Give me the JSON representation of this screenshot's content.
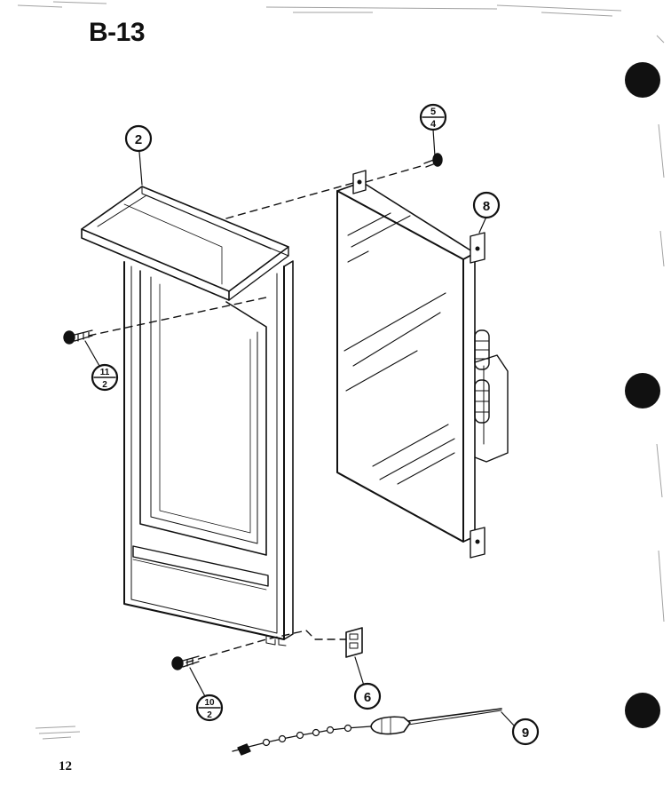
{
  "page_code": "B-13",
  "page_number": "12",
  "colors": {
    "ink": "#111111",
    "paper": "#ffffff"
  },
  "callouts": {
    "door_frame": "2",
    "screw_top_right": {
      "top": "5",
      "bottom": "4"
    },
    "liner_panel": "8",
    "screw_left": {
      "top": "11",
      "bottom": "2"
    },
    "screw_bottom": {
      "top": "10",
      "bottom": "2"
    },
    "hinge_bracket": "6",
    "door_tool": "9"
  }
}
